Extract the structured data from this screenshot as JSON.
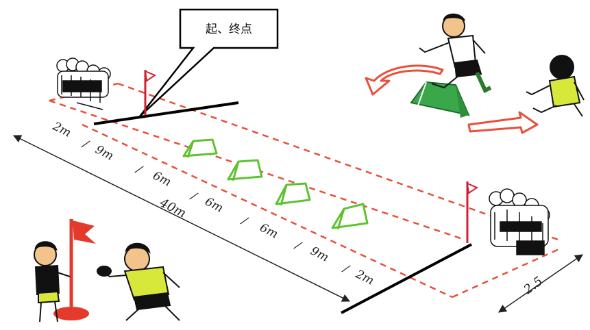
{
  "callout": {
    "text": "起、终点"
  },
  "segments": [
    "2m",
    "9m",
    "6m",
    "6m",
    "6m",
    "9m",
    "2m"
  ],
  "total_length": "40m",
  "lane_width": "2.5",
  "colors": {
    "lane_line": "#e8503a",
    "hurdle": "#5cc22e",
    "hurdle_big": "#3aa84a",
    "arrow": "#e8503a",
    "flag": "#e33a2c",
    "jersey_yellow": "#d8e83a"
  }
}
